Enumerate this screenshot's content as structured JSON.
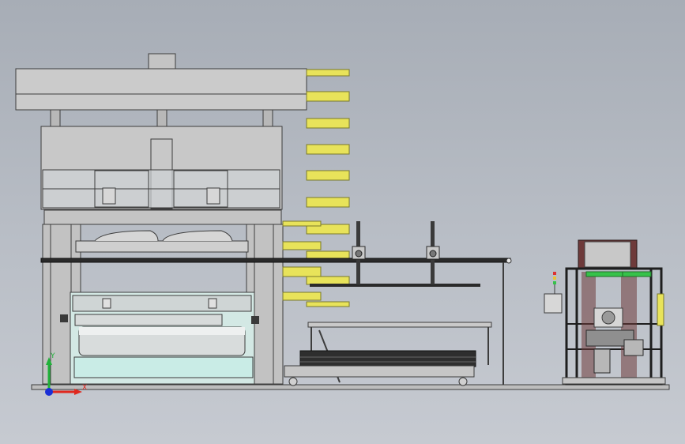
{
  "scene": {
    "view": "front elevation",
    "background_top": "#a7adb6",
    "background_bottom": "#c6cad1"
  },
  "colors": {
    "press_body": "#c9c9c9",
    "press_outline": "#3d3d3d",
    "bracket_yellow": "#e8e35a",
    "rail_dark": "#262626",
    "roller": "#d9dcdc",
    "glass": "#c9ece6",
    "frame_dark": "#1e1e1e",
    "cabinet_maroon": "#6e3a3a",
    "accent_green": "#36c24a",
    "axis_x": "#e0281f",
    "axis_y": "#21b23a",
    "axis_z": "#1a2fd6"
  },
  "triad": {
    "x_label": "X",
    "y_label": "Y"
  }
}
